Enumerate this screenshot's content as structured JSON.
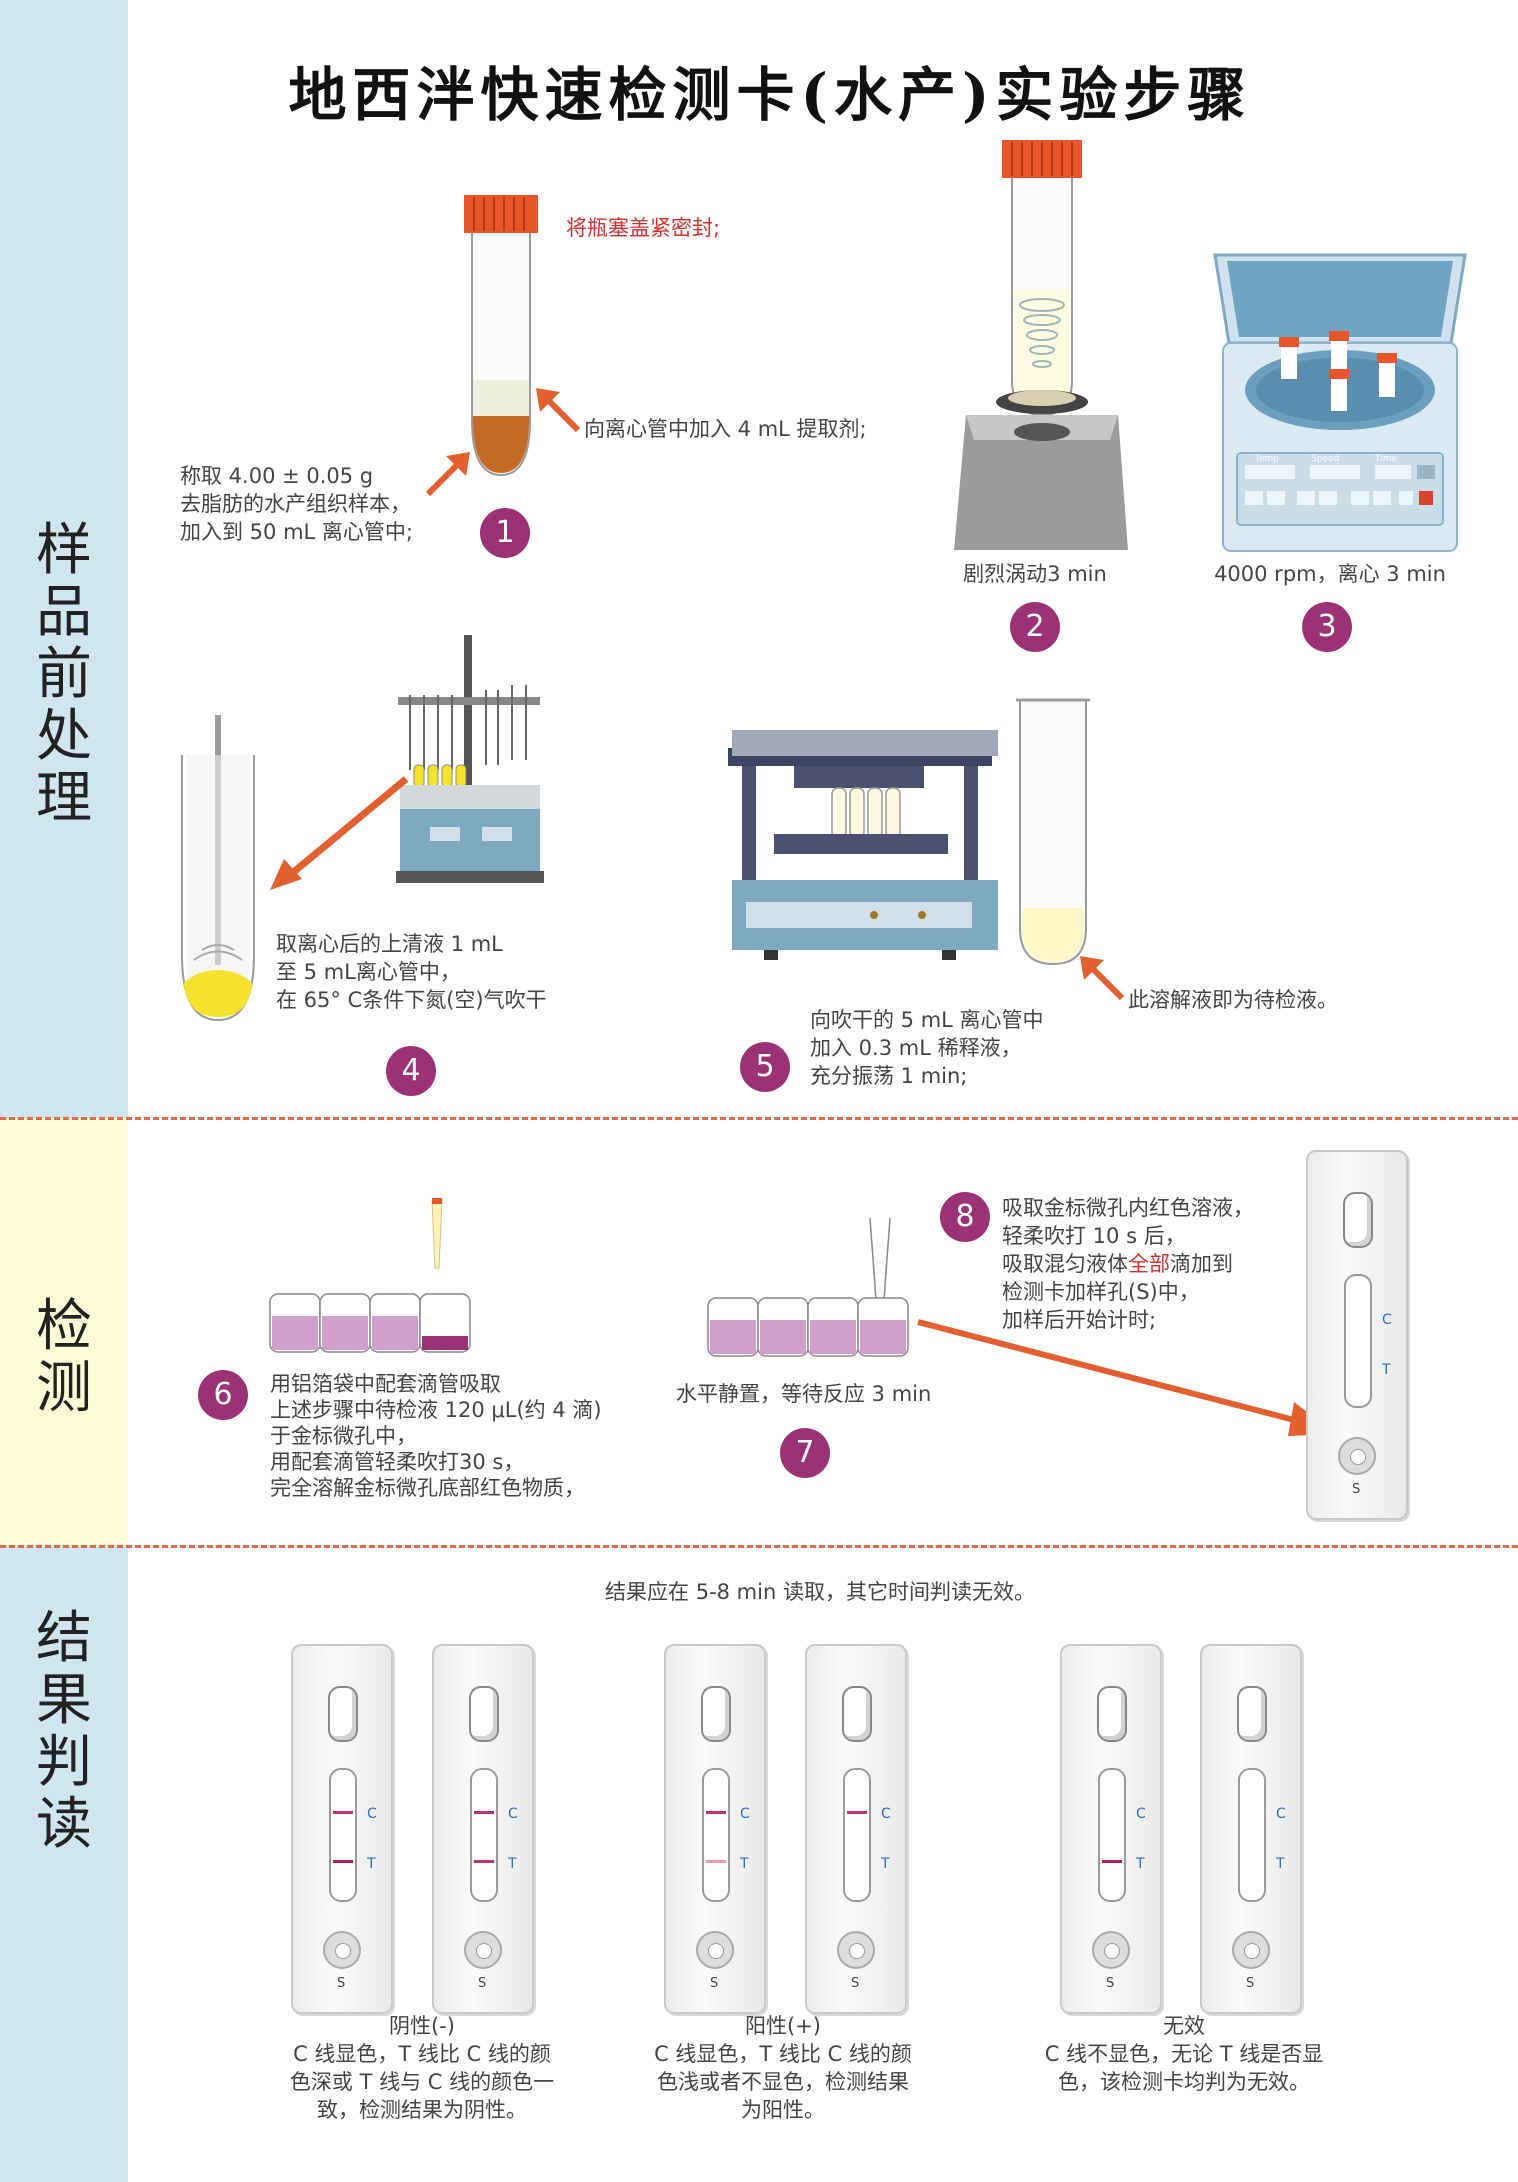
{
  "title": "地西泮快速检测卡(水产)实验步骤",
  "sections": {
    "pretreatment": "样品前处理",
    "detection": "检测",
    "results": "结果判读"
  },
  "steps": {
    "s1": {
      "number": "1",
      "seal_note": "将瓶塞盖紧密封;",
      "add_note": "向离心管中加入 4 mL 提取剂;",
      "weigh_lines": [
        "称取 4.00 ± 0.05 g",
        "去脂肪的水产组织样本，",
        "加入到 50 mL 离心管中;"
      ]
    },
    "s2": {
      "number": "2",
      "caption": "剧烈涡动3 min"
    },
    "s3": {
      "number": "3",
      "caption": "4000 rpm，离心 3 min",
      "panel_labels": [
        "Temp",
        "Speed",
        "Time"
      ]
    },
    "s4": {
      "number": "4",
      "lines": [
        "取离心后的上清液 1 mL",
        "至 5 mL离心管中，",
        "在 65° C条件下氮(空)气吹干"
      ]
    },
    "s5": {
      "number": "5",
      "lines": [
        "向吹干的 5 mL 离心管中",
        "加入 0.3 mL 稀释液，",
        "充分振荡 1 min;"
      ],
      "note": "此溶解液即为待检液。"
    },
    "s6": {
      "number": "6",
      "lines": [
        "用铝箔袋中配套滴管吸取",
        "上述步骤中待检液 120 μL(约 4 滴)",
        "于金标微孔中，",
        "用配套滴管轻柔吹打30 s，",
        "完全溶解金标微孔底部红色物质，"
      ]
    },
    "s7": {
      "number": "7",
      "caption": "水平静置，等待反应 3 min"
    },
    "s8": {
      "number": "8",
      "line1": "吸取金标微孔内红色溶液，",
      "line2": "轻柔吹打 10 s 后，",
      "line3_a": "吸取混匀液体",
      "line3_b": "全部",
      "line3_c": "滴加到",
      "line4": "检测卡加样孔(S)中，",
      "line5": "加样后开始计时;"
    }
  },
  "card_labels": {
    "c": "C",
    "t": "T",
    "s": "S"
  },
  "results": {
    "timing_note": "结果应在 5-8 min 读取，其它时间判读无效。",
    "negative": {
      "title": "阴性(-)",
      "lines": [
        "C 线显色，T 线比 C 线的颜",
        "色深或 T 线与 C 线的颜色一",
        "致，检测结果为阴性。"
      ]
    },
    "positive": {
      "title": "阳性(+)",
      "lines": [
        "C 线显色，T 线比 C 线的颜",
        "色浅或者不显色，检测结果",
        "为阳性。"
      ]
    },
    "invalid": {
      "title": "无效",
      "lines": [
        "C 线不显色，无论 T 线是否显",
        "色，该检测卡均判为无效。"
      ]
    }
  },
  "colors": {
    "band_blue": "#cfe6f1",
    "band_yellow": "#fffbd6",
    "accent_purple": "#9b3275",
    "arrow_orange": "#e2602f",
    "cap_orange": "#e8552a",
    "line_magenta": "#c0326f",
    "line_faint": "#e79ab8"
  }
}
